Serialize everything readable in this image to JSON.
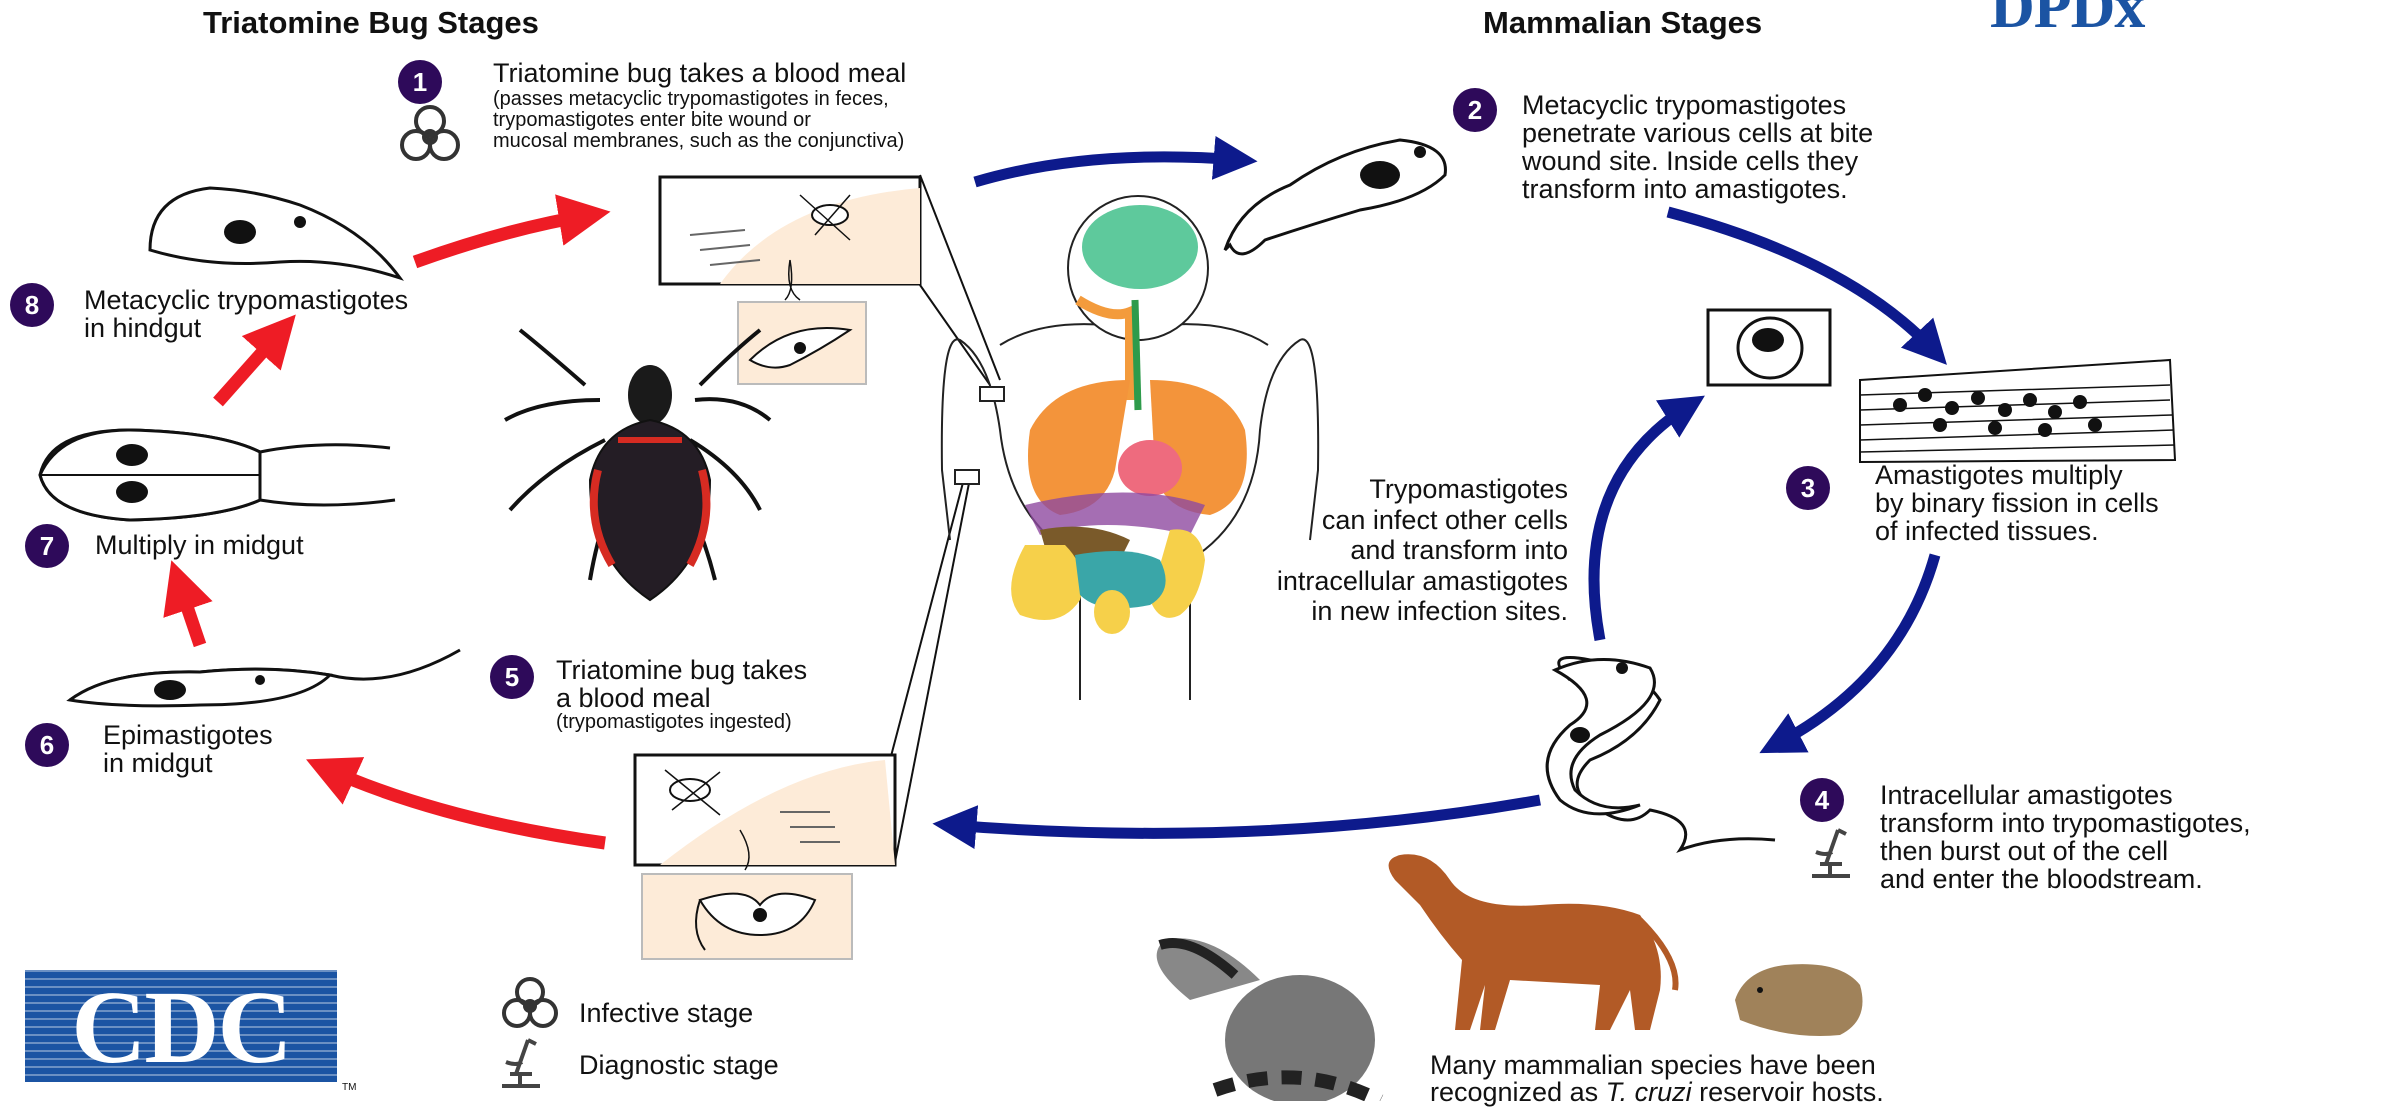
{
  "headings": {
    "left": "Triatomine Bug Stages",
    "right": "Mammalian Stages"
  },
  "logos": {
    "cdc": "CDC",
    "dpdx": "DPDx"
  },
  "stages": [
    {
      "number": "1",
      "title": "Triatomine bug takes a blood meal",
      "detail_lines": [
        "(passes metacyclic trypomastigotes in feces,",
        "trypomastigotes enter bite wound or",
        "mucosal membranes, such as the conjunctiva)"
      ],
      "icon": "biohazard-icon"
    },
    {
      "number": "2",
      "lines": [
        "Metacyclic trypomastigotes",
        "penetrate various cells at bite",
        "wound site.  Inside cells they",
        "transform into amastigotes."
      ]
    },
    {
      "number": "3",
      "lines": [
        "Amastigotes multiply",
        "by binary fission in cells",
        "of infected tissues."
      ]
    },
    {
      "number": "4",
      "lines": [
        "Intracellular amastigotes",
        "transform into trypomastigotes,",
        "then burst out of the cell",
        "and enter the bloodstream."
      ],
      "icon": "microscope-icon"
    },
    {
      "number": "5",
      "title_lines": [
        "Triatomine bug takes",
        "a blood meal"
      ],
      "detail": "(trypomastigotes ingested)"
    },
    {
      "number": "6",
      "lines": [
        "Epimastigotes",
        "in midgut"
      ]
    },
    {
      "number": "7",
      "lines": [
        "Multiply in midgut"
      ]
    },
    {
      "number": "8",
      "lines": [
        "Metacyclic trypomastigotes",
        "in hindgut"
      ]
    }
  ],
  "center_note": [
    "Trypomastigotes",
    "can infect other cells",
    "and transform into",
    "intracellular amastigotes",
    "in new infection sites."
  ],
  "legend": [
    {
      "icon": "biohazard-icon",
      "label": "Infective stage"
    },
    {
      "icon": "microscope-icon",
      "label": "Diagnostic stage"
    }
  ],
  "reservoir_note": {
    "line1": "Many mammalian species have been",
    "line2_prefix": "recognized as ",
    "line2_italic": "T. cruzi",
    "line2_suffix": " reservoir hosts."
  },
  "colors": {
    "blue_arrow": "#0d1a8c",
    "red_arrow": "#ee1c25",
    "badge": "#2e0a5a",
    "cdc_blue": "#1b54a3",
    "inset_fill": "#fdebd8"
  }
}
